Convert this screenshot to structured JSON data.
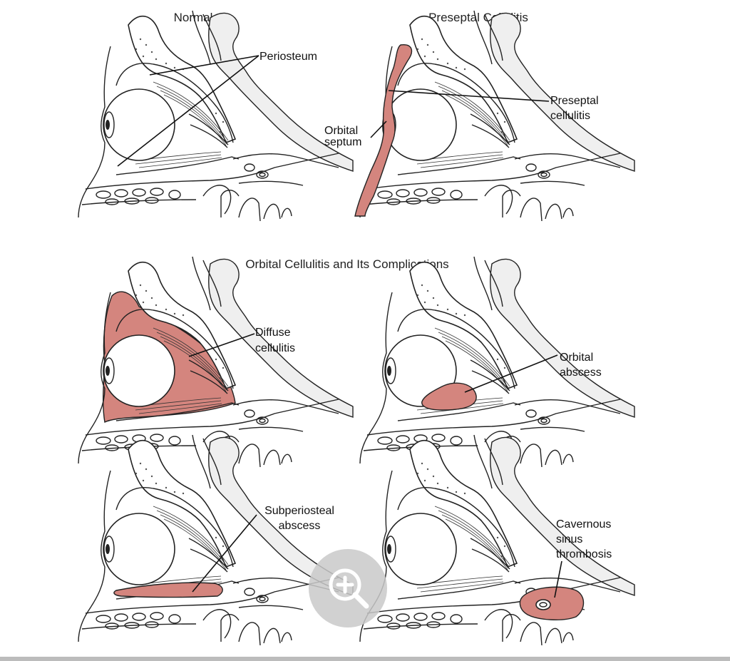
{
  "colors": {
    "infection": "#d4857e",
    "zoom": "#c9c9c9"
  },
  "titles": {
    "normal": "Normal",
    "preseptal": "Preseptal Cellulitis",
    "orbital": "Orbital Cellulitis and Its Complications"
  },
  "labels": {
    "periosteum": "Periosteum",
    "preseptal_1": "Preseptal",
    "preseptal_2": "cellulitis",
    "orbital_septum_1": "Orbital",
    "orbital_septum_2": "septum",
    "diffuse_1": "Diffuse",
    "diffuse_2": "cellulitis",
    "orbital_abscess_1": "Orbital",
    "orbital_abscess_2": "abscess",
    "subperiosteal_1": "Subperiosteal",
    "subperiosteal_2": "abscess",
    "cavernous_1": "Cavernous",
    "cavernous_2": "sinus",
    "cavernous_3": "thrombosis"
  },
  "icons": {
    "zoom": "zoom-in-icon"
  }
}
